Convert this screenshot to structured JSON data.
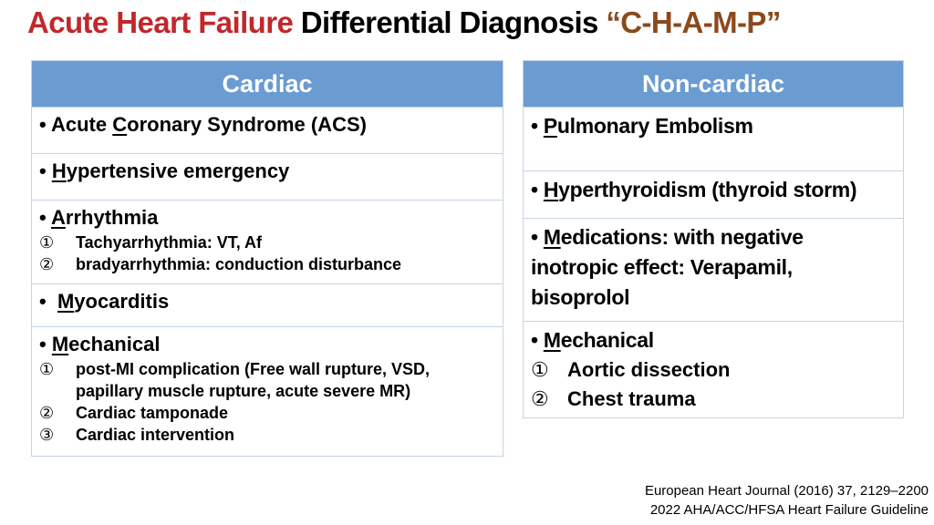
{
  "title": {
    "part1": "Acute Heart Failure",
    "part2": " Differential Diagnosis ",
    "part3": "“C-H-A-M-P”"
  },
  "colors": {
    "title_red": "#c0282c",
    "title_brown": "#8a4a1c",
    "header_blue": "#6a9bd1"
  },
  "cardiac": {
    "header": "Cardiac",
    "items": [
      {
        "bullet": "• ",
        "before": "Acute ",
        "letter": "C",
        "after": "oronary Syndrome (ACS)",
        "subs": []
      },
      {
        "bullet": "• ",
        "before": "",
        "letter": "H",
        "after": "ypertensive emergency",
        "subs": []
      },
      {
        "bullet": "• ",
        "before": "",
        "letter": "A",
        "after": "rrhythmia",
        "subs": [
          {
            "marker": "①",
            "text": "Tachyarrhythmia: VT, Af"
          },
          {
            "marker": "②",
            "text": "bradyarrhythmia: conduction disturbance"
          }
        ]
      },
      {
        "bullet": "•  ",
        "before": "",
        "letter": "M",
        "after": "yocarditis",
        "subs": []
      },
      {
        "bullet": "• ",
        "before": "",
        "letter": "M",
        "after": "echanical",
        "subs": [
          {
            "marker": "①",
            "text": "post-MI complication (Free wall rupture, VSD, papillary muscle rupture, acute severe MR)"
          },
          {
            "marker": "②",
            "text": "Cardiac tamponade"
          },
          {
            "marker": "③",
            "text": "Cardiac intervention"
          }
        ]
      }
    ]
  },
  "noncardiac": {
    "header": "Non-cardiac",
    "items": [
      {
        "bullet": "• ",
        "before": "",
        "letter": "P",
        "after": "ulmonary Embolism",
        "subs": []
      },
      {
        "bullet": "• ",
        "before": "",
        "letter": "H",
        "after": "yperthyroidism (thyroid storm)",
        "subs": []
      },
      {
        "bullet": "• ",
        "before": "",
        "letter": "M",
        "after": "edications: with negative inotropic effect: Verapamil, bisoprolol",
        "subs": []
      },
      {
        "bullet": "• ",
        "before": "",
        "letter": "M",
        "after": "echanical",
        "subs": [
          {
            "marker": "①",
            "text": "Aortic dissection"
          },
          {
            "marker": "②",
            "text": "Chest trauma"
          }
        ]
      }
    ]
  },
  "footer": {
    "ref1": "European Heart Journal (2016) 37, 2129–2200",
    "ref2": "2022 AHA/ACC/HFSA Heart Failure Guideline"
  }
}
